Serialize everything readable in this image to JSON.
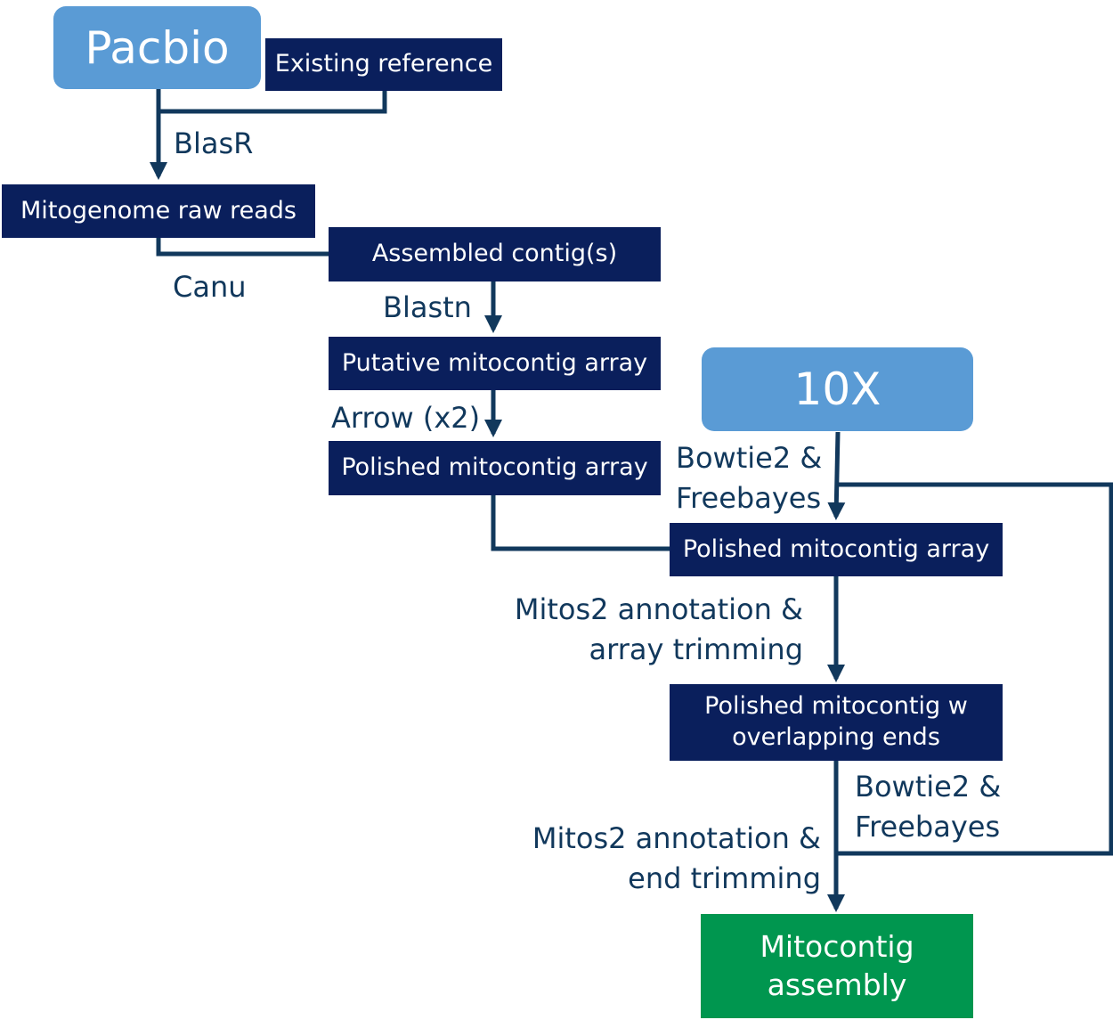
{
  "sources": {
    "pacbio": "Pacbio",
    "tenx": "10X"
  },
  "nodes": {
    "existing_reference": "Existing reference",
    "raw_reads": "Mitogenome raw reads",
    "assembled_contigs": "Assembled contig(s)",
    "putative_array": "Putative mitocontig array",
    "polished_array_1": "Polished mitocontig array",
    "polished_array_2": "Polished mitocontig array",
    "overlap_line1": "Polished mitocontig w",
    "overlap_line2": "overlapping ends",
    "final_line1": "Mitocontig",
    "final_line2": "assembly"
  },
  "edges": {
    "blasr": "BlasR",
    "canu": "Canu",
    "blastn": "Blastn",
    "arrow": "Arrow (x2)",
    "bowtie_a1": "Bowtie2 &",
    "bowtie_a2": "Freebayes",
    "mitos_a1": "Mitos2 annotation &",
    "mitos_a2": "array trimming",
    "bowtie_b1": "Bowtie2 &",
    "bowtie_b2": "Freebayes",
    "mitos_b1": "Mitos2 annotation &",
    "mitos_b2": "end trimming"
  },
  "colors": {
    "node": "#0a1f5c",
    "source": "#5a9bd5",
    "final": "#00964f",
    "line": "#11385c"
  }
}
